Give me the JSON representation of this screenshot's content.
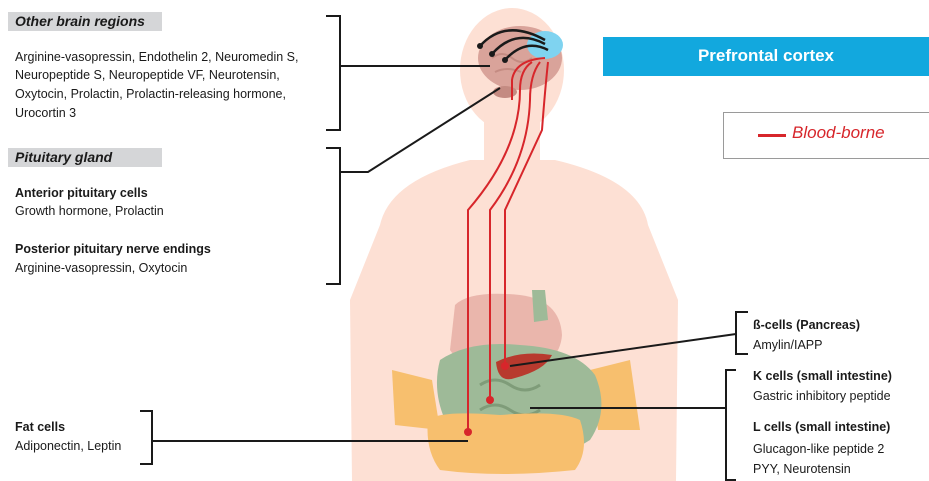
{
  "other_brain": {
    "title": "Other brain regions",
    "lines": [
      "Arginine-vasopressin, Endothelin 2, Neuromedin S,",
      "Neuropeptide S, Neuropeptide VF, Neurotensin,",
      "Oxytocin, Prolactin, Prolactin-releasing hormone,",
      "Urocortin 3"
    ]
  },
  "pituitary": {
    "title": "Pituitary gland",
    "anterior_title": "Anterior pituitary cells",
    "anterior_text": "Growth hormone, Prolactin",
    "posterior_title": "Posterior pituitary nerve endings",
    "posterior_text": "Arginine-vasopressin, Oxytocin"
  },
  "fat": {
    "title": "Fat cells",
    "text": "Adiponectin, Leptin"
  },
  "prefrontal": {
    "label": "Prefrontal cortex"
  },
  "legend": {
    "label": "Blood-borne"
  },
  "beta_cells": {
    "title": "ß-cells (Pancreas)",
    "text": "Amylin/IAPP"
  },
  "k_cells": {
    "title": "K cells (small intestine)",
    "text": "Gastric inhibitory peptide"
  },
  "l_cells": {
    "title": "L cells (small intestine)",
    "line1": "Glucagon-like peptide 2",
    "line2": "PYY, Neurotensin"
  },
  "colors": {
    "skin": "#fde0d4",
    "brain": "#d9a39a",
    "prefrontal_highlight": "#7fd3f0",
    "accent_blue": "#12a8de",
    "blood_red": "#d7262b",
    "stomach": "#e8b1a7",
    "intestine": "#9eba98",
    "pancreas": "#b83a2e",
    "fat": "#f7bf6e",
    "header_bar": "#d5d6d8"
  }
}
